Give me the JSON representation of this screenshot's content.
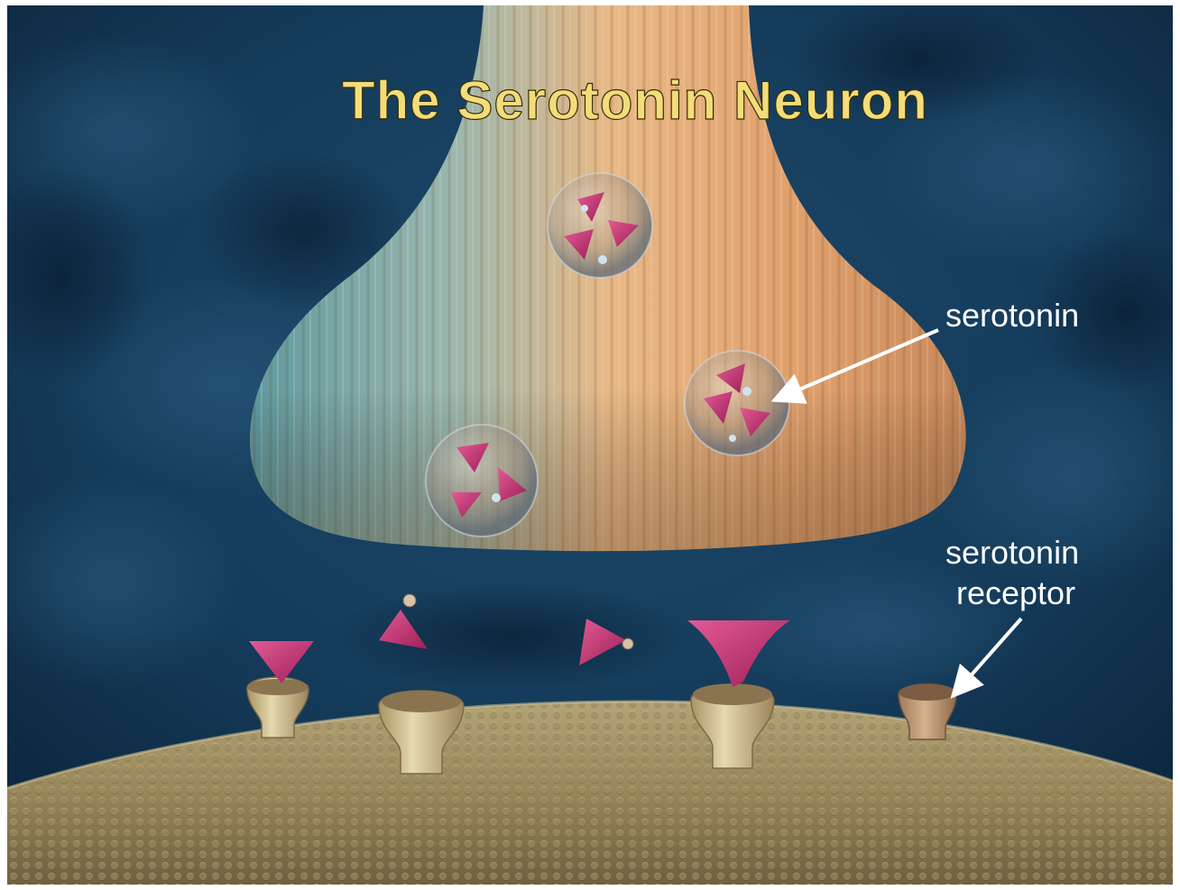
{
  "title": "The Serotonin Neuron",
  "labels": {
    "serotonin": "serotonin",
    "receptor_line1": "serotonin",
    "receptor_line2": "receptor"
  },
  "colors": {
    "background": "#123552",
    "neuron_teal": "#6fa3a5",
    "neuron_peach": "#e0a872",
    "serotonin_magenta": "#c0336e",
    "membrane": "#9c8c60",
    "title_gold": "#f2dd7a"
  }
}
